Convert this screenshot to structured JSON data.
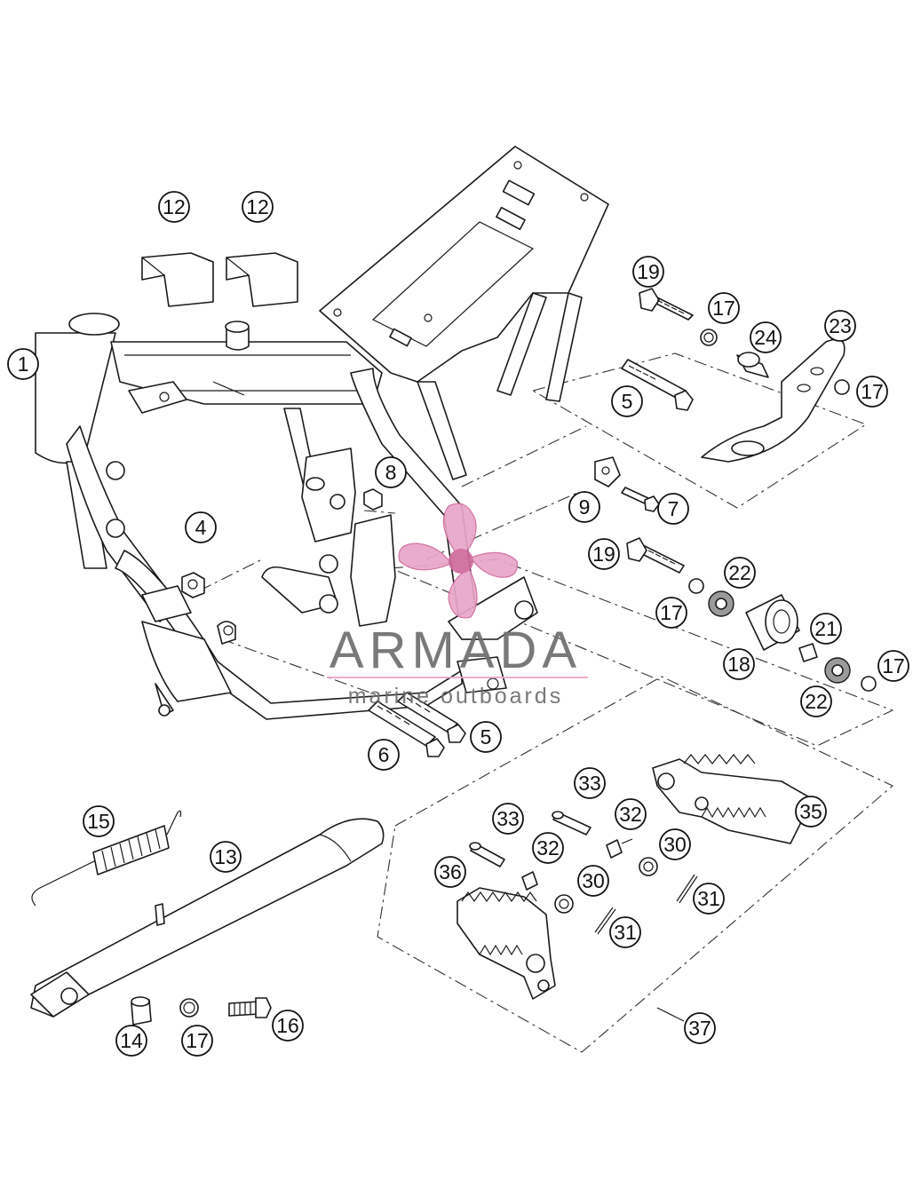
{
  "watermark": {
    "title": "ARMADA",
    "subtitle": "marine outboards",
    "logo_color": "#e8a6c8",
    "logo_accent": "#d06a9c",
    "text_color": "#6e6e6e"
  },
  "callouts": [
    {
      "id": "c-1",
      "label": "1"
    },
    {
      "id": "c-12a",
      "label": "12"
    },
    {
      "id": "c-12b",
      "label": "12"
    },
    {
      "id": "c-4",
      "label": "4"
    },
    {
      "id": "c-8",
      "label": "8"
    },
    {
      "id": "c-6",
      "label": "6"
    },
    {
      "id": "c-5a",
      "label": "5"
    },
    {
      "id": "c-19a",
      "label": "19"
    },
    {
      "id": "c-17a",
      "label": "17"
    },
    {
      "id": "c-24",
      "label": "24"
    },
    {
      "id": "c-23",
      "label": "23"
    },
    {
      "id": "c-17b",
      "label": "17"
    },
    {
      "id": "c-5b",
      "label": "5"
    },
    {
      "id": "c-9",
      "label": "9"
    },
    {
      "id": "c-7",
      "label": "7"
    },
    {
      "id": "c-19b",
      "label": "19"
    },
    {
      "id": "c-22a",
      "label": "22"
    },
    {
      "id": "c-17c",
      "label": "17"
    },
    {
      "id": "c-21",
      "label": "21"
    },
    {
      "id": "c-18",
      "label": "18"
    },
    {
      "id": "c-17d",
      "label": "17"
    },
    {
      "id": "c-22b",
      "label": "22"
    },
    {
      "id": "c-15",
      "label": "15"
    },
    {
      "id": "c-13",
      "label": "13"
    },
    {
      "id": "c-14",
      "label": "14"
    },
    {
      "id": "c-17e",
      "label": "17"
    },
    {
      "id": "c-16",
      "label": "16"
    },
    {
      "id": "c-33a",
      "label": "33"
    },
    {
      "id": "c-33b",
      "label": "33"
    },
    {
      "id": "c-32a",
      "label": "32"
    },
    {
      "id": "c-32b",
      "label": "32"
    },
    {
      "id": "c-30a",
      "label": "30"
    },
    {
      "id": "c-30b",
      "label": "30"
    },
    {
      "id": "c-31a",
      "label": "31"
    },
    {
      "id": "c-31b",
      "label": "31"
    },
    {
      "id": "c-35",
      "label": "35"
    },
    {
      "id": "c-36",
      "label": "36"
    },
    {
      "id": "c-37",
      "label": "37"
    }
  ]
}
